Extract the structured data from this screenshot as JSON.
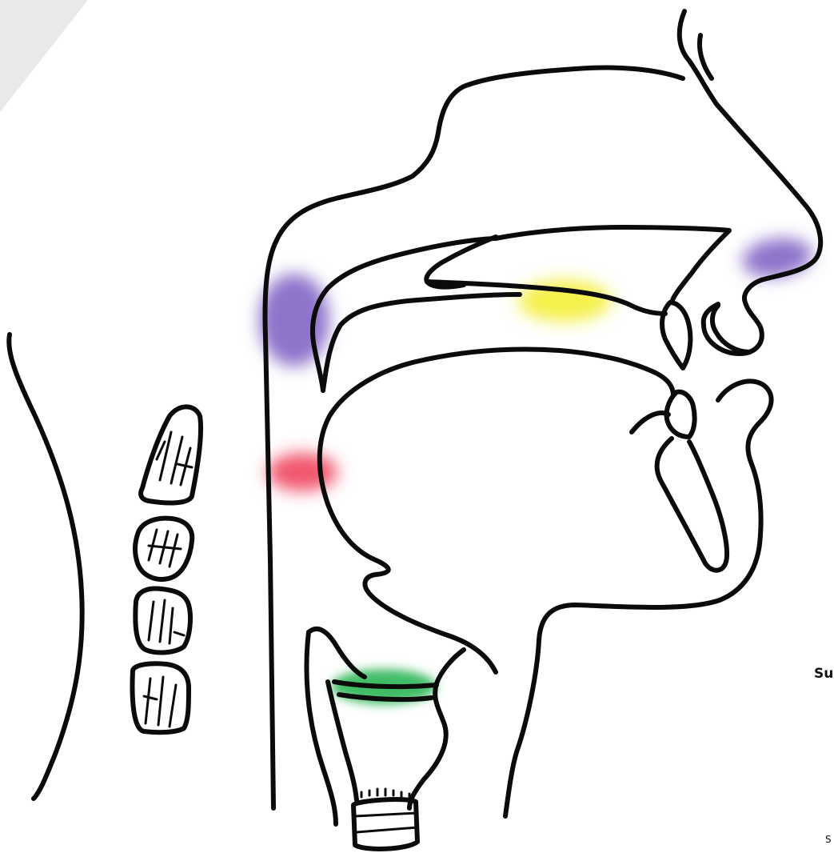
{
  "diagram": {
    "type": "sagittal-section-vocal-tract",
    "highlights": [
      {
        "id": "nasal-tip",
        "color": "#7b5cc2"
      },
      {
        "id": "velum-pharynx",
        "color": "#7b5cc2"
      },
      {
        "id": "hard-palate",
        "color": "#f2ee2a"
      },
      {
        "id": "pharynx",
        "color": "#ee3b56"
      },
      {
        "id": "larynx",
        "color": "#22b04a"
      }
    ],
    "cropped_text": {
      "right_edge_bold": "Su",
      "right_edge_small": "S"
    }
  }
}
